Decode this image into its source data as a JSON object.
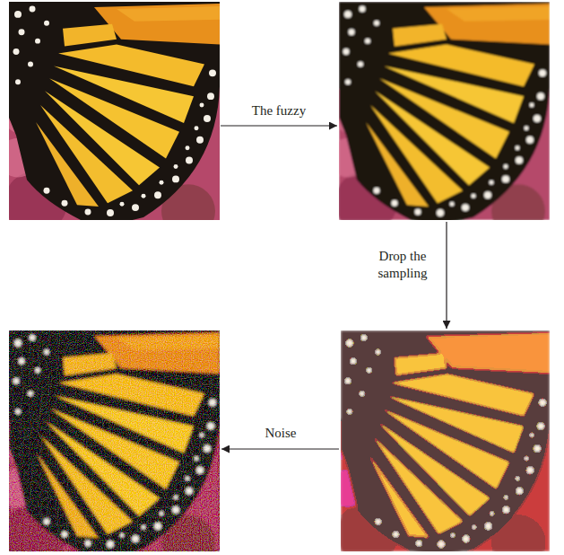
{
  "diagram": {
    "labels": [
      "The fuzzy",
      "Drop the sampling",
      "Noise"
    ]
  }
}
